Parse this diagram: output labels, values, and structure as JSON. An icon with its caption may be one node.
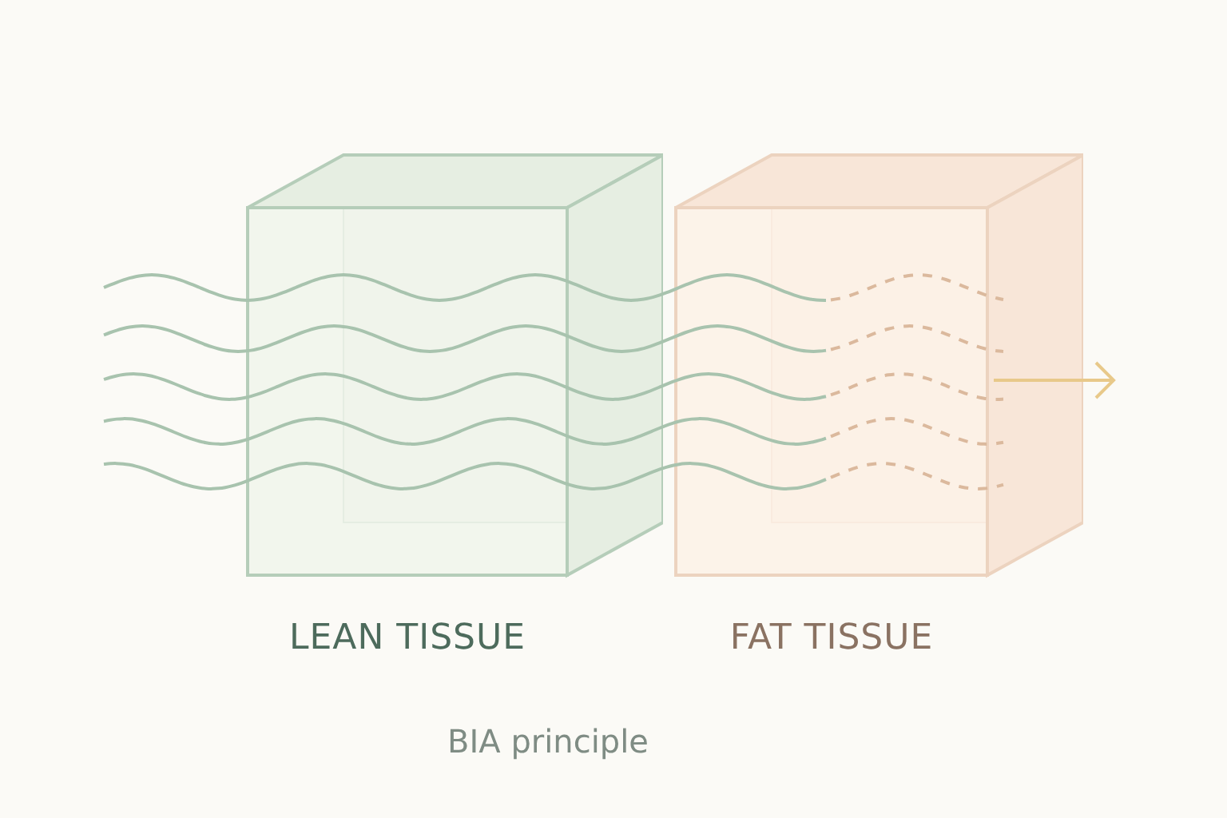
{
  "diagram": {
    "nodes": [
      {
        "text": [
          "LEAN TISSUE"
        ]
      },
      {
        "text": [
          "FAT TISSUE"
        ]
      }
    ],
    "labels": [
      "BIA principle"
    ]
  }
}
